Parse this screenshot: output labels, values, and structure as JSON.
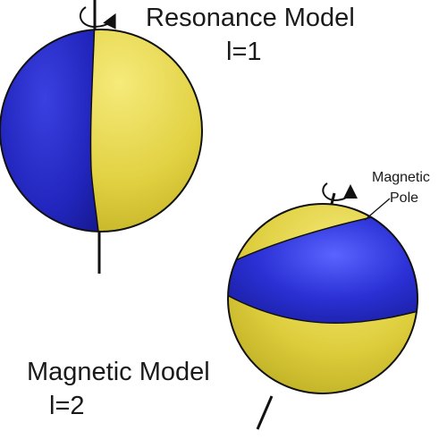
{
  "resonance_model": {
    "title": "Resonance Model",
    "mode_label": "l=1"
  },
  "magnetic_model": {
    "title": "Magnetic Model",
    "mode_label": "l=2"
  },
  "pole_annotation": {
    "line1": "Magnetic",
    "line2": "Pole"
  },
  "colors": {
    "blue": "#1f23b8",
    "blue_highlight": "#5a63ff",
    "yellow": "#cdbd27",
    "yellow_highlight": "#f6ea7a",
    "outline": "#111111"
  }
}
